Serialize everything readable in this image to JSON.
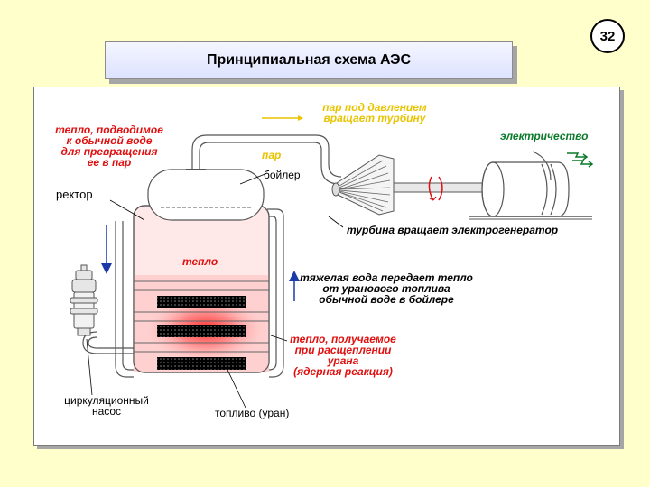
{
  "slide_number": "32",
  "title": "Принципиальная схема АЭС",
  "labels": {
    "heat_supplied": [
      "тепло, подводимое",
      "к обычной воде",
      "для превращения",
      "ее в пар"
    ],
    "steam_pressure": [
      "пар под давлением",
      "вращает турбину"
    ],
    "electricity": "электричество",
    "steam": "пар",
    "boiler": "бойлер",
    "reactor": "ректор",
    "turbine_generator": "турбина вращает электрогенератор",
    "heat": "тепло",
    "heavy_water": [
      "тяжелая вода передает тепло",
      "от уранового топлива",
      "обычной воде в бойлере"
    ],
    "fission_heat": [
      "тепло, получаемое",
      "при расщеплении",
      "урана",
      "(ядерная реакция)"
    ],
    "pump": [
      "циркуляционный",
      "насос"
    ],
    "fuel": "топливо (уран)"
  },
  "colors": {
    "background": "#ffffcc",
    "red_label": "#e01010",
    "yellow_label": "#e8c400",
    "green_label": "#0a7a2a",
    "glow": "#ff4040",
    "reactor_fill": "#ffd6d6"
  }
}
